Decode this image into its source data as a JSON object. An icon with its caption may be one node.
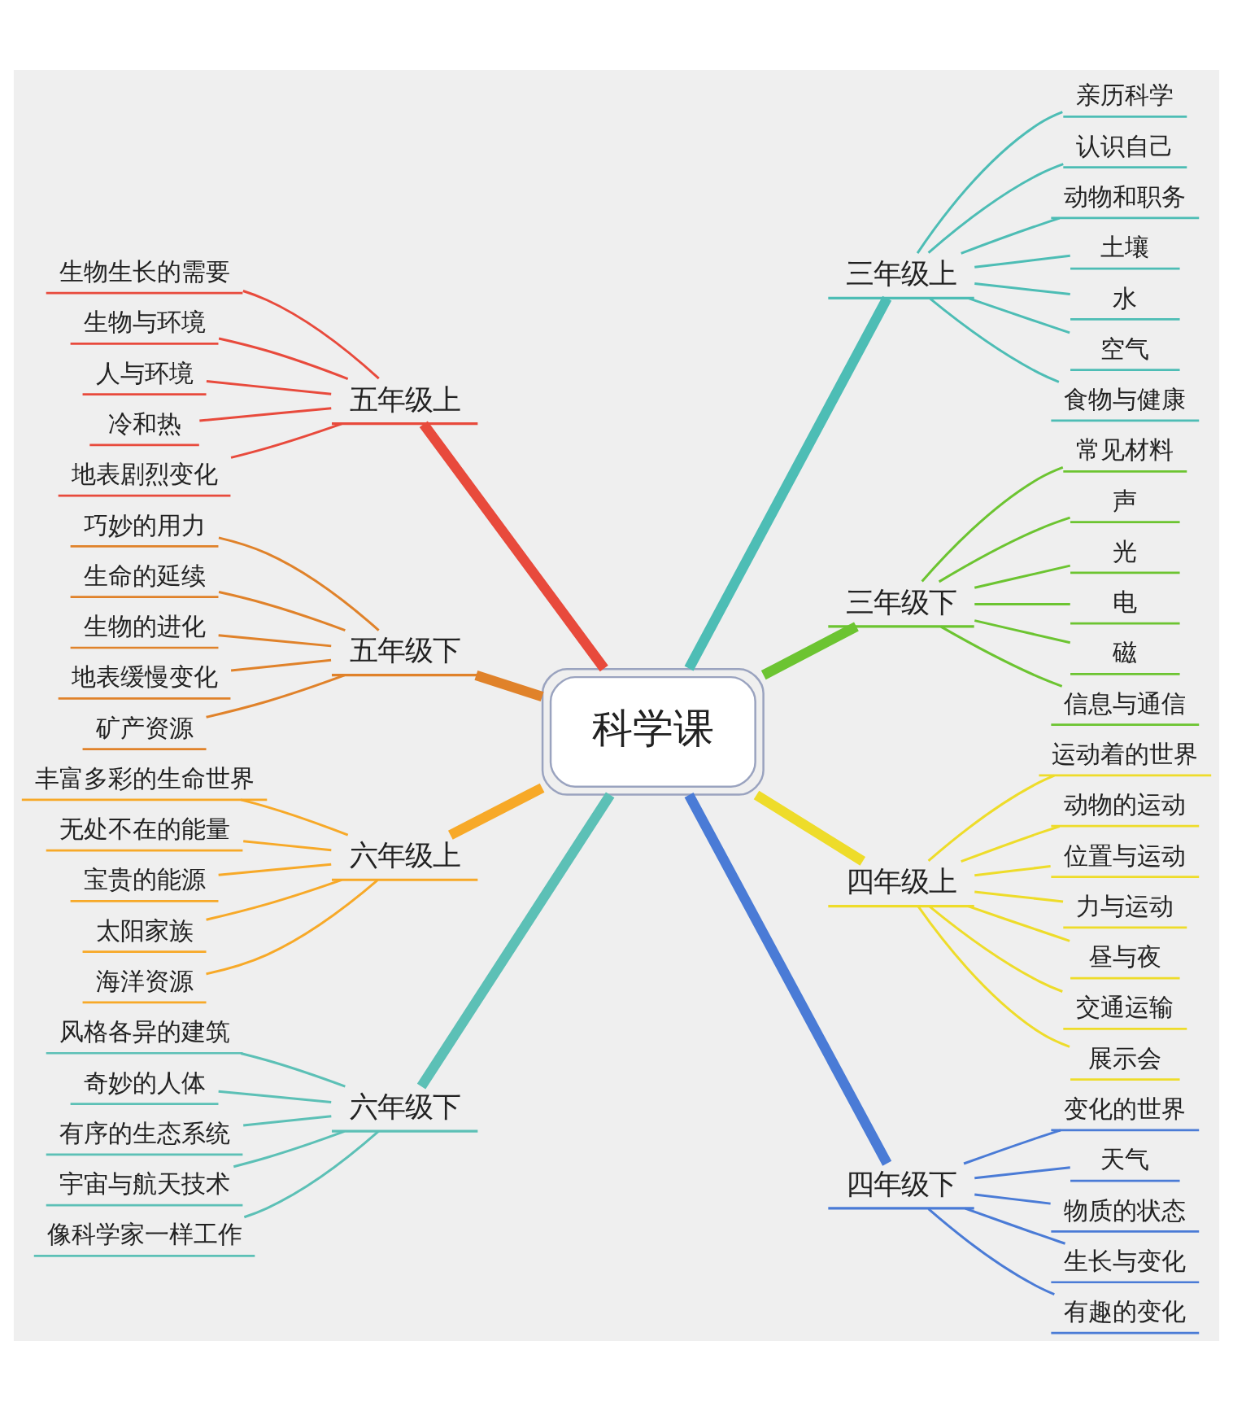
{
  "diagram": {
    "nodes": [
      {
        "text": [
          "科学课"
        ]
      },
      {
        "text": [
          "三年级上"
        ]
      },
      {
        "text": [
          "亲历科学"
        ]
      },
      {
        "text": [
          "认识自己"
        ]
      },
      {
        "text": [
          "动物和职务"
        ]
      },
      {
        "text": [
          "土壤"
        ]
      },
      {
        "text": [
          "水"
        ]
      },
      {
        "text": [
          "空气"
        ]
      },
      {
        "text": [
          "食物与健康"
        ]
      },
      {
        "text": [
          "三年级下"
        ]
      },
      {
        "text": [
          "常见材料"
        ]
      },
      {
        "text": [
          "声"
        ]
      },
      {
        "text": [
          "光"
        ]
      },
      {
        "text": [
          "电"
        ]
      },
      {
        "text": [
          "磁"
        ]
      },
      {
        "text": [
          "信息与通信"
        ]
      },
      {
        "text": [
          "四年级上"
        ]
      },
      {
        "text": [
          "运动着的世界"
        ]
      },
      {
        "text": [
          "动物的运动"
        ]
      },
      {
        "text": [
          "位置与运动"
        ]
      },
      {
        "text": [
          "力与运动"
        ]
      },
      {
        "text": [
          "昼与夜"
        ]
      },
      {
        "text": [
          "交通运输"
        ]
      },
      {
        "text": [
          "展示会"
        ]
      },
      {
        "text": [
          "四年级下"
        ]
      },
      {
        "text": [
          "变化的世界"
        ]
      },
      {
        "text": [
          "天气"
        ]
      },
      {
        "text": [
          "物质的状态"
        ]
      },
      {
        "text": [
          "生长与变化"
        ]
      },
      {
        "text": [
          "有趣的变化"
        ]
      },
      {
        "text": [
          "五年级上"
        ]
      },
      {
        "text": [
          "生物生长的需要"
        ]
      },
      {
        "text": [
          "生物与环境"
        ]
      },
      {
        "text": [
          "人与环境"
        ]
      },
      {
        "text": [
          "冷和热"
        ]
      },
      {
        "text": [
          "地表剧烈变化"
        ]
      },
      {
        "text": [
          "五年级下"
        ]
      },
      {
        "text": [
          "巧妙的用力"
        ]
      },
      {
        "text": [
          "生命的延续"
        ]
      },
      {
        "text": [
          "生物的进化"
        ]
      },
      {
        "text": [
          "地表缓慢变化"
        ]
      },
      {
        "text": [
          "矿产资源"
        ]
      },
      {
        "text": [
          "六年级上"
        ]
      },
      {
        "text": [
          "丰富多彩的生命世界"
        ]
      },
      {
        "text": [
          "无处不在的能量"
        ]
      },
      {
        "text": [
          "宝贵的能源"
        ]
      },
      {
        "text": [
          "太阳家族"
        ]
      },
      {
        "text": [
          "海洋资源"
        ]
      },
      {
        "text": [
          "六年级下"
        ]
      },
      {
        "text": [
          "风格各异的建筑"
        ]
      },
      {
        "text": [
          "奇妙的人体"
        ]
      },
      {
        "text": [
          "有序的生态系统"
        ]
      },
      {
        "text": [
          "宇宙与航天技术"
        ]
      },
      {
        "text": [
          "像科学家一样工作"
        ]
      }
    ],
    "edges": [
      {
        "from": 0,
        "to": 1,
        "arrow": "none",
        "style": "thick",
        "color": "#4dbdb5"
      },
      {
        "from": 1,
        "to": 2,
        "arrow": "none",
        "color": "#4dbdb5"
      },
      {
        "from": 1,
        "to": 3,
        "arrow": "none",
        "color": "#4dbdb5"
      },
      {
        "from": 1,
        "to": 4,
        "arrow": "none",
        "color": "#4dbdb5"
      },
      {
        "from": 1,
        "to": 5,
        "arrow": "none",
        "color": "#4dbdb5"
      },
      {
        "from": 1,
        "to": 6,
        "arrow": "none",
        "color": "#4dbdb5"
      },
      {
        "from": 1,
        "to": 7,
        "arrow": "none",
        "color": "#4dbdb5"
      },
      {
        "from": 1,
        "to": 8,
        "arrow": "none",
        "color": "#4dbdb5"
      },
      {
        "from": 0,
        "to": 9,
        "arrow": "none",
        "style": "thick",
        "color": "#6cc431"
      },
      {
        "from": 9,
        "to": 10,
        "arrow": "none",
        "color": "#6cc431"
      },
      {
        "from": 9,
        "to": 11,
        "arrow": "none",
        "color": "#6cc431"
      },
      {
        "from": 9,
        "to": 12,
        "arrow": "none",
        "color": "#6cc431"
      },
      {
        "from": 9,
        "to": 13,
        "arrow": "none",
        "color": "#6cc431"
      },
      {
        "from": 9,
        "to": 14,
        "arrow": "none",
        "color": "#6cc431"
      },
      {
        "from": 9,
        "to": 15,
        "arrow": "none",
        "color": "#6cc431"
      },
      {
        "from": 0,
        "to": 16,
        "arrow": "none",
        "style": "thick",
        "color": "#eedc2a"
      },
      {
        "from": 16,
        "to": 17,
        "arrow": "none",
        "color": "#eedc2a"
      },
      {
        "from": 16,
        "to": 18,
        "arrow": "none",
        "color": "#eedc2a"
      },
      {
        "from": 16,
        "to": 19,
        "arrow": "none",
        "color": "#eedc2a"
      },
      {
        "from": 16,
        "to": 20,
        "arrow": "none",
        "color": "#eedc2a"
      },
      {
        "from": 16,
        "to": 21,
        "arrow": "none",
        "color": "#eedc2a"
      },
      {
        "from": 16,
        "to": 22,
        "arrow": "none",
        "color": "#eedc2a"
      },
      {
        "from": 16,
        "to": 23,
        "arrow": "none",
        "color": "#eedc2a"
      },
      {
        "from": 0,
        "to": 24,
        "arrow": "none",
        "style": "thick",
        "color": "#4a7bd6"
      },
      {
        "from": 24,
        "to": 25,
        "arrow": "none",
        "color": "#4a7bd6"
      },
      {
        "from": 24,
        "to": 26,
        "arrow": "none",
        "color": "#4a7bd6"
      },
      {
        "from": 24,
        "to": 27,
        "arrow": "none",
        "color": "#4a7bd6"
      },
      {
        "from": 24,
        "to": 28,
        "arrow": "none",
        "color": "#4a7bd6"
      },
      {
        "from": 24,
        "to": 29,
        "arrow": "none",
        "color": "#4a7bd6"
      },
      {
        "from": 0,
        "to": 30,
        "arrow": "none",
        "style": "thick",
        "color": "#e84a3c"
      },
      {
        "from": 30,
        "to": 31,
        "arrow": "none",
        "color": "#e84a3c"
      },
      {
        "from": 30,
        "to": 32,
        "arrow": "none",
        "color": "#e84a3c"
      },
      {
        "from": 30,
        "to": 33,
        "arrow": "none",
        "color": "#e84a3c"
      },
      {
        "from": 30,
        "to": 34,
        "arrow": "none",
        "color": "#e84a3c"
      },
      {
        "from": 30,
        "to": 35,
        "arrow": "none",
        "color": "#e84a3c"
      },
      {
        "from": 0,
        "to": 36,
        "arrow": "none",
        "style": "thick",
        "color": "#e0822a"
      },
      {
        "from": 36,
        "to": 37,
        "arrow": "none",
        "color": "#e0822a"
      },
      {
        "from": 36,
        "to": 38,
        "arrow": "none",
        "color": "#e0822a"
      },
      {
        "from": 36,
        "to": 39,
        "arrow": "none",
        "color": "#e0822a"
      },
      {
        "from": 36,
        "to": 40,
        "arrow": "none",
        "color": "#e0822a"
      },
      {
        "from": 36,
        "to": 41,
        "arrow": "none",
        "color": "#e0822a"
      },
      {
        "from": 0,
        "to": 42,
        "arrow": "none",
        "style": "thick",
        "color": "#f7a928"
      },
      {
        "from": 42,
        "to": 43,
        "arrow": "none",
        "color": "#f7a928"
      },
      {
        "from": 42,
        "to": 44,
        "arrow": "none",
        "color": "#f7a928"
      },
      {
        "from": 42,
        "to": 45,
        "arrow": "none",
        "color": "#f7a928"
      },
      {
        "from": 42,
        "to": 46,
        "arrow": "none",
        "color": "#f7a928"
      },
      {
        "from": 42,
        "to": 47,
        "arrow": "none",
        "color": "#f7a928"
      },
      {
        "from": 0,
        "to": 48,
        "arrow": "none",
        "style": "thick",
        "color": "#5cc0b6"
      },
      {
        "from": 48,
        "to": 49,
        "arrow": "none",
        "color": "#5cc0b6"
      },
      {
        "from": 48,
        "to": 50,
        "arrow": "none",
        "color": "#5cc0b6"
      },
      {
        "from": 48,
        "to": 51,
        "arrow": "none",
        "color": "#5cc0b6"
      },
      {
        "from": 48,
        "to": 52,
        "arrow": "none",
        "color": "#5cc0b6"
      },
      {
        "from": 48,
        "to": 53,
        "arrow": "none",
        "color": "#5cc0b6"
      }
    ]
  }
}
